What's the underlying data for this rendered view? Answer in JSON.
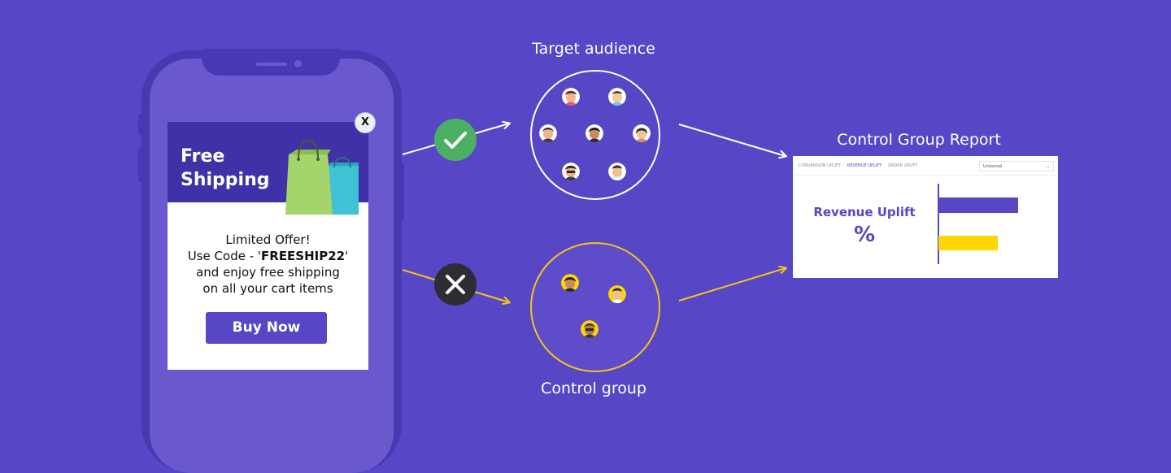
{
  "popup": {
    "title": "Free Shipping",
    "close_label": "X",
    "offer_line1": "Limited Offer!",
    "offer_line2_prefix": "Use Code - '",
    "offer_code": "FREESHIP22",
    "offer_line2_suffix": "'",
    "offer_line3": "and enjoy free shipping",
    "offer_line4": "on all your cart items",
    "button_label": "Buy Now"
  },
  "diagram": {
    "target_label": "Target audience",
    "control_label": "Control group",
    "report_title": "Control Group Report"
  },
  "report": {
    "tabs": [
      "CONVERSION UPLIFT",
      "REVENUE UPLIFT",
      "ORDER UPLIFT"
    ],
    "select_value": "Universal",
    "metric_label": "Revenue Uplift",
    "metric_unit": "%"
  },
  "colors": {
    "background": "#5746c6",
    "accent": "#5746c6",
    "target_bar": "#5746c6",
    "control_bar": "#ffd600",
    "check": "#4caf63",
    "cross": "#2d2d33",
    "control_ring": "#f5c518"
  },
  "icons": {
    "shopping_bags": "shopping-bags-icon",
    "check": "check-icon",
    "cross": "x-icon"
  }
}
